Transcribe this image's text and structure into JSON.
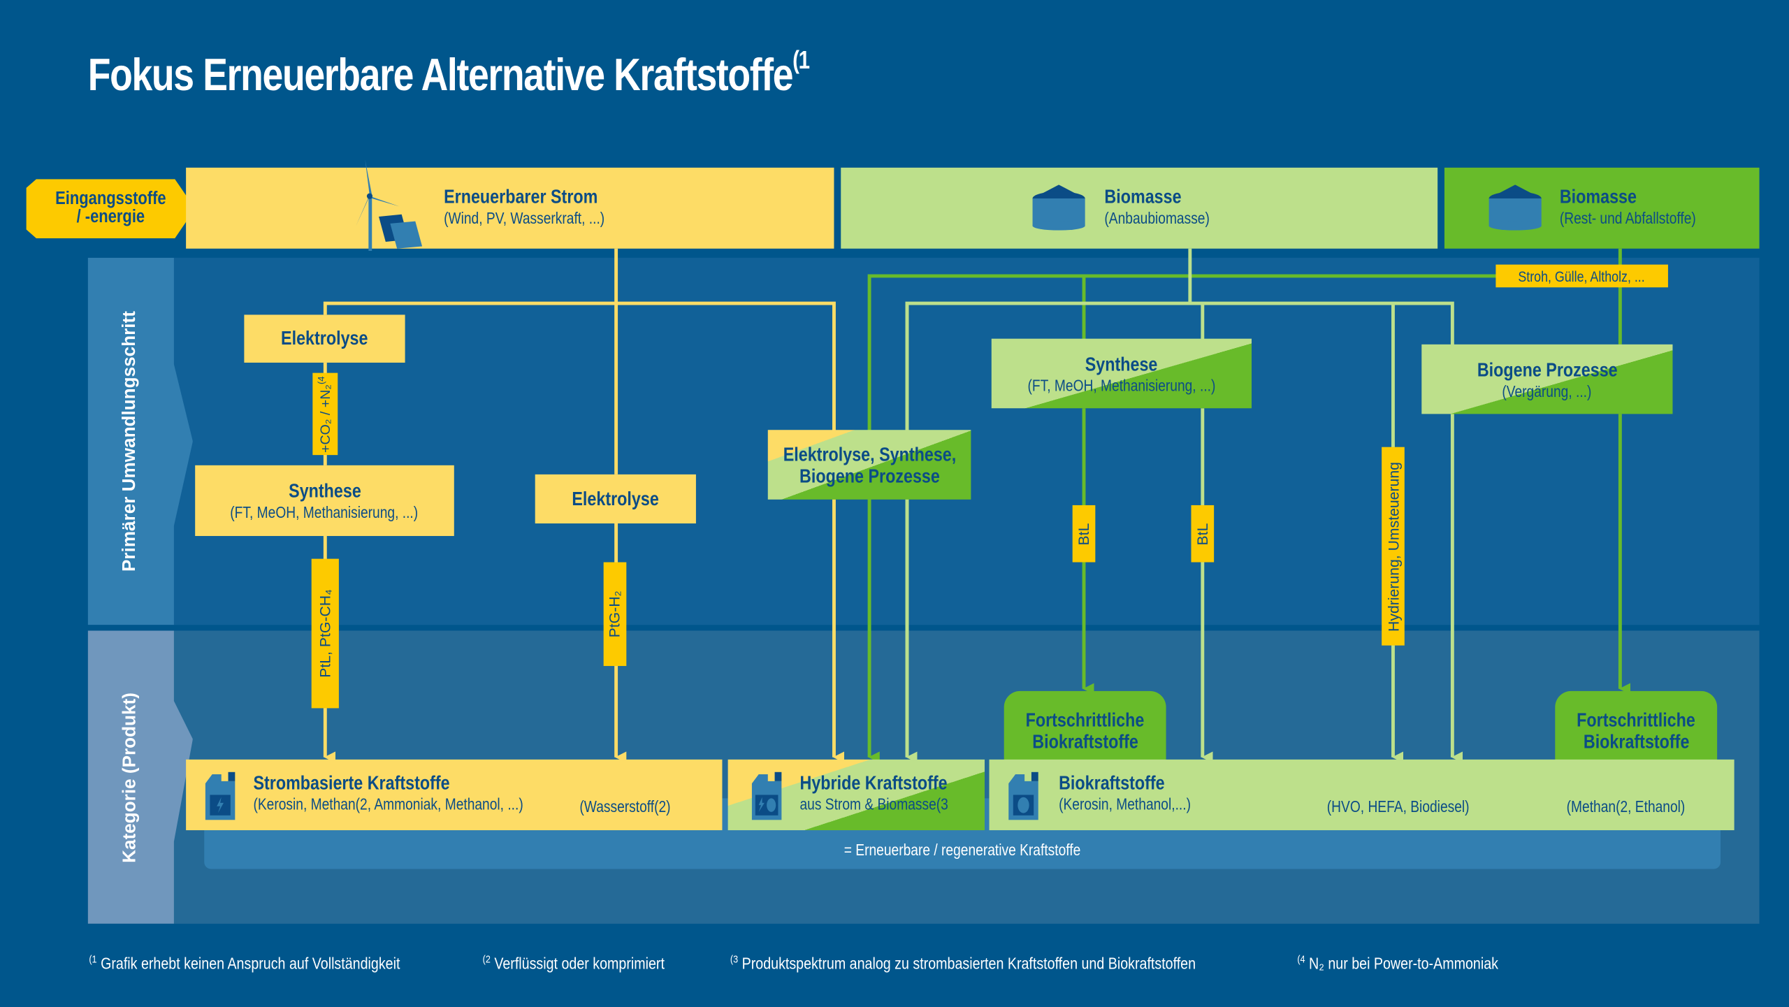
{
  "title": "Fokus Erneuerbare Alternative Kraftstoffe",
  "title_footnote": "(1",
  "row_labels": {
    "input": "Eingangsstoffe / -energie",
    "conversion": "Primärer Umwandlungsschritt",
    "product": "Kategorie (Produkt)"
  },
  "inputs": [
    {
      "title": "Erneuerbarer Strom",
      "subtitle": "(Wind, PV, Wasserkraft, ...)",
      "icon": "wind-turbine-solar-icon",
      "color": "#fddc66"
    },
    {
      "title": "Biomasse",
      "subtitle": "(Anbaubiomasse)",
      "icon": "silo-icon",
      "color": "#bde08b"
    },
    {
      "title": "Biomasse",
      "subtitle": "(Rest- und Abfallstoffe)",
      "icon": "silo-icon",
      "color": "#68bb2a"
    }
  ],
  "waste_tag": "Stroh, Gülle, Altholz, ...",
  "processes": {
    "elektrolyse_1": "Elektrolyse",
    "co2_tag": "+CO₂ / +N₂",
    "co2_tag_note": "(4",
    "synthese_1_title": "Synthese",
    "synthese_1_sub": "(FT, MeOH, Methanisierung, ...)",
    "elektrolyse_2": "Elektrolyse",
    "hybrid_line1": "Elektrolyse, Synthese,",
    "hybrid_line2": "Biogene Prozesse",
    "synthese_2_title": "Synthese",
    "synthese_2_sub": "(FT, MeOH, Methanisierung, ...)",
    "biogen_title": "Biogene Prozesse",
    "biogen_sub": "(Vergärung, ...)"
  },
  "path_tags": {
    "ptl": "PtL, PtG-CH₄",
    "ptg_h2": "PtG-H₂",
    "btl_1": "BtL",
    "btl_2": "BtL",
    "hydrierung": "Hydrierung, Umsteuerung"
  },
  "advanced_bio": [
    {
      "line1": "Fortschrittliche",
      "line2": "Biokraftstoffe"
    },
    {
      "line1": "Fortschrittliche",
      "line2": "Biokraftstoffe"
    }
  ],
  "products": {
    "strom_title": "Strombasierte Kraftstoffe",
    "strom_sub": "(Kerosin, Methan(2, Ammoniak, Methanol, ...)",
    "strom_sub2": "(Wasserstoff(2)",
    "hybrid_title": "Hybride Kraftstoffe",
    "hybrid_sub": "aus Strom & Biomasse(3",
    "bio_title": "Biokraftstoffe",
    "bio_sub": "(Kerosin, Methanol,...)",
    "bio_sub2": "(HVO, HEFA, Biodiesel)",
    "bio_sub3": "(Methan(2, Ethanol)"
  },
  "renewable_note": "= Erneuerbare / regenerative Kraftstoffe",
  "footnotes": [
    {
      "mark": "(1",
      "text": "Grafik erhebt keinen Anspruch auf Vollständigkeit"
    },
    {
      "mark": "(2",
      "text": "Verflüssigt oder komprimiert"
    },
    {
      "mark": "(3",
      "text": "Produktspektrum analog zu strombasierten Kraftstoffen und Biokraftstoffen"
    },
    {
      "mark": "(4",
      "text": "N₂ nur bei Power-to-Ammoniak"
    }
  ],
  "colors": {
    "background": "#00568c",
    "yellow": "#fddc66",
    "tag_yellow": "#fdca00",
    "light_green": "#bde08b",
    "dark_green": "#68bb2a",
    "text_blue": "#0b4c86"
  }
}
